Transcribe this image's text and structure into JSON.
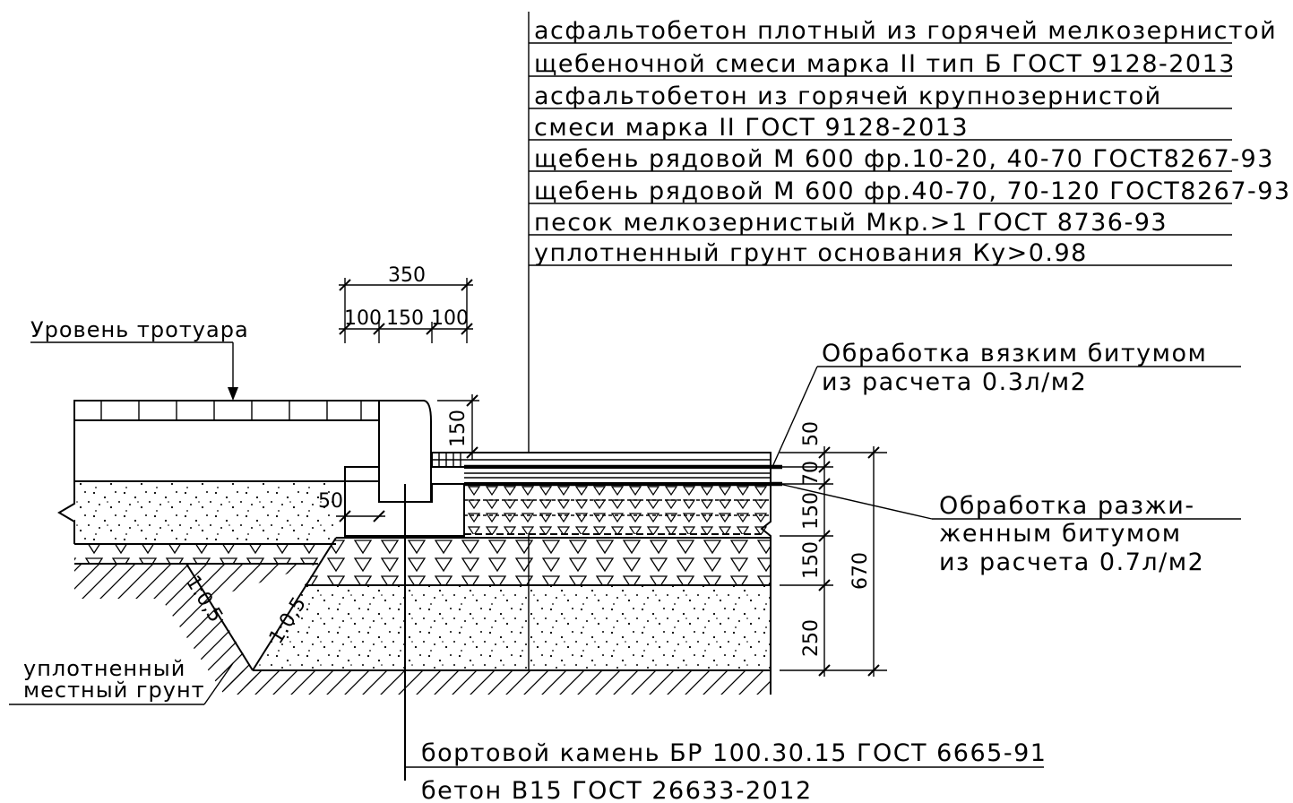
{
  "layers_legend": [
    "асфальтобетон плотный из горячей мелкозернистой",
    "щебеночной смеси марка II тип Б   ГОСТ 9128-2013",
    "асфальтобетон из горячей крупнозернистой",
    "смеси  марка  II   ГОСТ 9128-2013",
    "щебень рядовой М 600 фр.10-20, 40-70  ГОСТ8267-93",
    "щебень рядовой М 600 фр.40-70, 70-120 ГОСТ8267-93",
    "песок мелкозернистый Мкр.>1 ГОСТ 8736-93",
    "уплотненный грунт основания Ку>0.98"
  ],
  "labels": {
    "sidewalk_level": "Уровень тротуара",
    "compacted_soil_line1": "уплотненный",
    "compacted_soil_line2": "местный грунт",
    "bitumen_viscous_line1": "Обработка вязким битумом",
    "bitumen_viscous_line2": "из расчета 0.3л/м2",
    "bitumen_liquid_line1": "Обработка разжи-",
    "bitumen_liquid_line2": "женным битумом",
    "bitumen_liquid_line3": "из расчета 0.7л/м2",
    "curb_stone": "бортовой камень БР 100.30.15 ГОСТ 6665-91",
    "concrete": "бетон В15 ГОСТ 26633-2012"
  },
  "dimensions": {
    "top_total": "350",
    "top_left": "100",
    "top_mid": "150",
    "top_right": "100",
    "curb_reveal": "150",
    "curb_side": "50",
    "layer_50": "50",
    "layer_70": "70",
    "layer_150a": "150",
    "layer_150b": "150",
    "layer_250": "250",
    "total_670": "670",
    "slope_left": "1:0,5",
    "slope_right": "1:0,5"
  }
}
